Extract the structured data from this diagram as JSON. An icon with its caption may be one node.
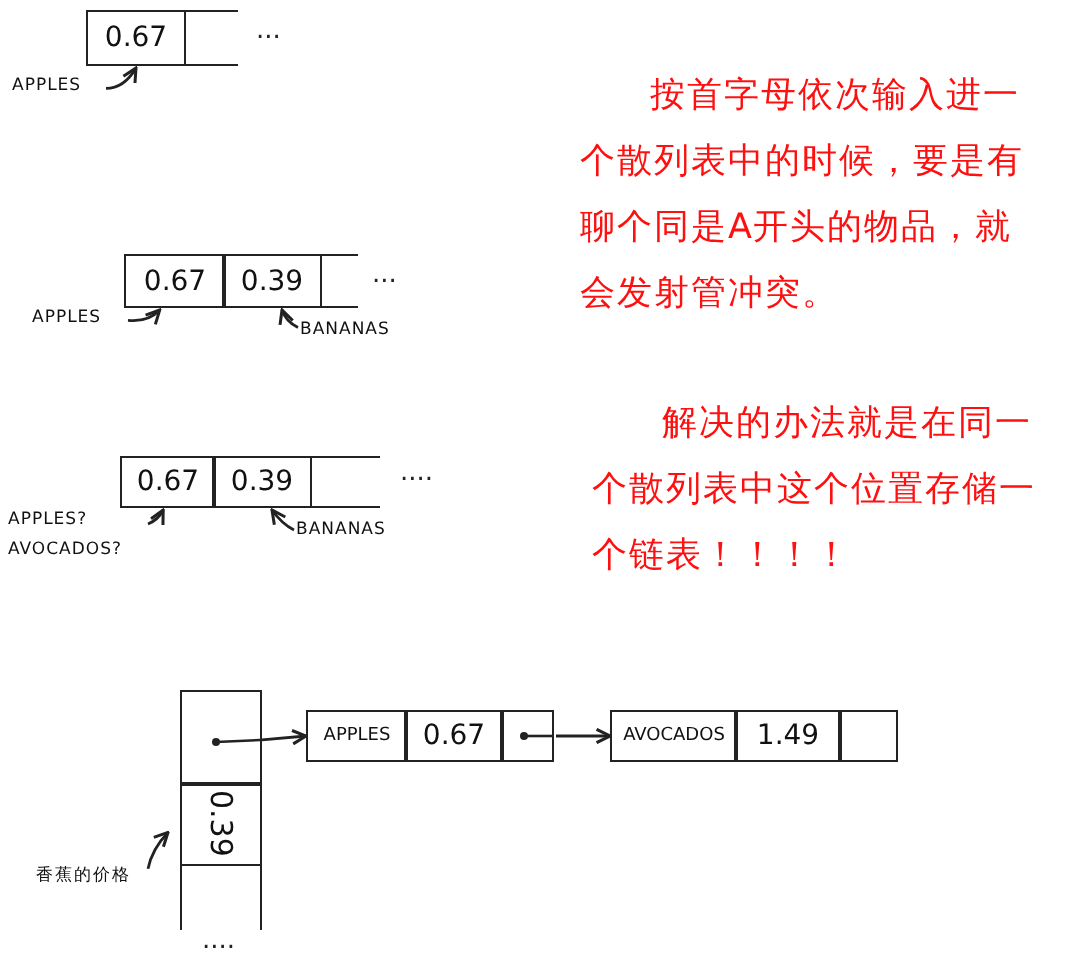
{
  "diagram": {
    "nodes": [
      {
        "text": [
          "0.67"
        ]
      },
      {
        "text": [],
        "shape": "box"
      },
      {
        "text": [
          "APPLES"
        ]
      },
      {
        "text": [
          "0.67"
        ]
      },
      {
        "text": [
          "0.39"
        ]
      },
      {
        "text": [],
        "shape": "box"
      },
      {
        "text": [
          "APPLES"
        ]
      },
      {
        "text": [
          "BANANAS"
        ]
      },
      {
        "text": [
          "0.67"
        ]
      },
      {
        "text": [
          "0.39"
        ]
      },
      {
        "text": [],
        "shape": "box"
      },
      {
        "text": [
          "APPLES?",
          "AVOCADOS?"
        ]
      },
      {
        "text": [
          "BANANAS"
        ]
      },
      {
        "text": [],
        "shape": "box"
      },
      {
        "text": [
          "0.39"
        ]
      },
      {
        "text": [],
        "shape": "box"
      },
      {
        "text": [
          "香蕉的价格"
        ]
      },
      {
        "text": [
          "APPLES"
        ]
      },
      {
        "text": [
          "0.67"
        ]
      },
      {
        "text": [],
        "shape": "box"
      },
      {
        "text": [
          "AVOCADOS"
        ]
      },
      {
        "text": [
          "1.49"
        ]
      },
      {
        "text": [],
        "shape": "box"
      }
    ],
    "edges": [
      {
        "from": 2,
        "to": 0,
        "arrow": "to"
      },
      {
        "from": 6,
        "to": 3,
        "arrow": "to"
      },
      {
        "from": 7,
        "to": 4,
        "arrow": "to"
      },
      {
        "from": 11,
        "to": 8,
        "arrow": "to"
      },
      {
        "from": 12,
        "to": 9,
        "arrow": "to"
      },
      {
        "from": 16,
        "to": 14,
        "arrow": "to"
      },
      {
        "from": 13,
        "to": 17,
        "arrow": "to"
      },
      {
        "from": 19,
        "to": 20,
        "arrow": "to"
      }
    ],
    "labels": [
      "...",
      "按首字母依次输入进一个散列表中的时候，要是有聊个同是A开头的物品，就会发射管冲突。",
      "...",
      "解决的办法就是在同一个散列表中这个位置存储一个链表！！！！",
      "....",
      "...."
    ]
  }
}
